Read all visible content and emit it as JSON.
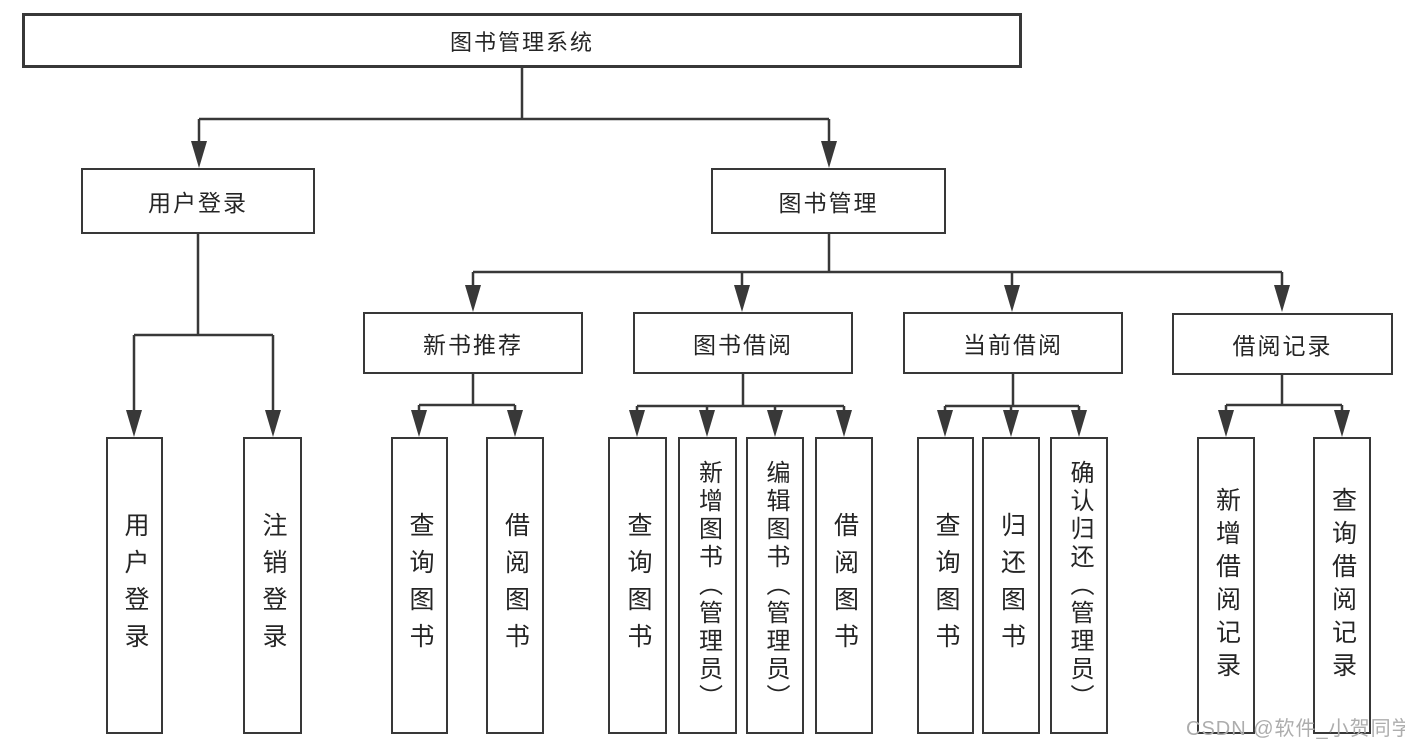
{
  "colors": {
    "line": "#383838",
    "box_border": "#383838",
    "text": "#252525",
    "background": "#ffffff",
    "watermark": "#adadad"
  },
  "watermark": "CSDN @软件_小贺同学",
  "tree": {
    "root": "图书管理系统",
    "level2": [
      "用户登录",
      "图书管理"
    ],
    "level3": [
      "新书推荐",
      "图书借阅",
      "当前借阅",
      "借阅记录"
    ],
    "leaves_user_login": [
      "用户登录",
      "注销登录"
    ],
    "leaves_new_book": [
      "查询图书",
      "借阅图书"
    ],
    "leaves_book_borrow": [
      "查询图书",
      "新增图书（管理员）",
      "编辑图书（管理员）",
      "借阅图书"
    ],
    "leaves_current_borrow": [
      "查询图书",
      "归还图书",
      "确认归还（管理员）"
    ],
    "leaves_borrow_records": [
      "新增借阅记录",
      "查询借阅记录"
    ]
  }
}
